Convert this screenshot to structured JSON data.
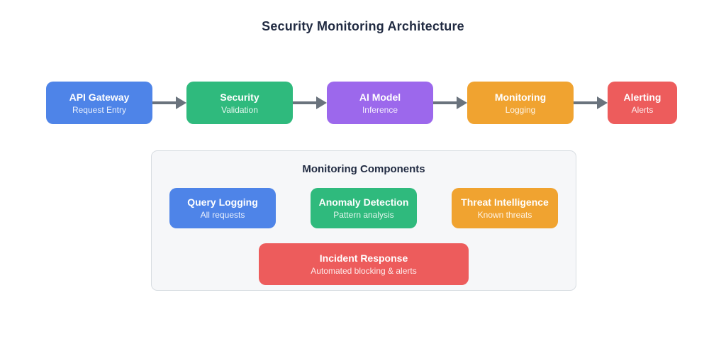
{
  "title": "Security Monitoring Architecture",
  "colors": {
    "title_text": "#212b42",
    "arrow": "#6a737d",
    "panel_bg": "#f6f7f9",
    "panel_border": "#d8dde2",
    "blue": "#4e84e8",
    "green": "#2fba7d",
    "purple": "#9c68ec",
    "orange": "#f0a330",
    "red": "#ed5c5c"
  },
  "flow": {
    "nodes": [
      {
        "label": "API Gateway",
        "sublabel": "Request Entry",
        "color": "#4e84e8"
      },
      {
        "label": "Security",
        "sublabel": "Validation",
        "color": "#2fba7d"
      },
      {
        "label": "AI Model",
        "sublabel": "Inference",
        "color": "#9c68ec"
      },
      {
        "label": "Monitoring",
        "sublabel": "Logging",
        "color": "#f0a330"
      },
      {
        "label": "Alerting",
        "sublabel": "Alerts",
        "color": "#ed5c5c"
      }
    ]
  },
  "panel": {
    "title": "Monitoring Components",
    "components": [
      {
        "label": "Query Logging",
        "sublabel": "All requests",
        "color": "#4e84e8"
      },
      {
        "label": "Anomaly Detection",
        "sublabel": "Pattern analysis",
        "color": "#2fba7d"
      },
      {
        "label": "Threat Intelligence",
        "sublabel": "Known threats",
        "color": "#f0a330"
      },
      {
        "label": "Incident Response",
        "sublabel": "Automated blocking & alerts",
        "color": "#ed5c5c"
      }
    ]
  }
}
